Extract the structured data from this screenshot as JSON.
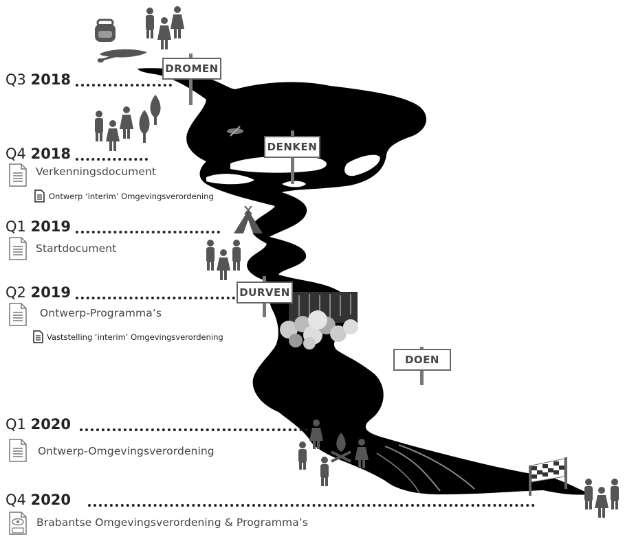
{
  "timeline": [
    {
      "quarter": "Q3",
      "year": "2018"
    },
    {
      "quarter": "Q4",
      "year": "2018"
    },
    {
      "quarter": "Q1",
      "year": "2019"
    },
    {
      "quarter": "Q2",
      "year": "2019"
    },
    {
      "quarter": "Q1",
      "year": "2020"
    },
    {
      "quarter": "Q4",
      "year": "2020"
    }
  ],
  "documents": {
    "verkenning": "Verkenningsdocument",
    "ontwerp_interim": "Ontwerp ‘interim’ Omgevingsverordening",
    "start": "Startdocument",
    "ontwerp_programmas": "Ontwerp-Programma’s",
    "vaststelling_interim": "Vaststelling ‘interim’ Omgevingsverordening",
    "ontwerp_verordening": "Ontwerp-Omgevingsverordening",
    "brabantse": "Brabantse Omgevingsverordening & Programma’s"
  },
  "signs": {
    "dromen": "DROMEN",
    "denken": "DENKEN",
    "durven": "DURVEN",
    "doen": "DOEN"
  },
  "icons": [
    "backpack-icon",
    "canoe-icon",
    "people-icon",
    "tree-icon",
    "tent-icon",
    "waterfall-icon",
    "campfire-icon",
    "finish-flag-icon",
    "document-icon",
    "eye-document-icon"
  ],
  "colors": {
    "river": "#000000",
    "text": "#222222",
    "icon": "#555555",
    "sign_border": "#666666"
  }
}
